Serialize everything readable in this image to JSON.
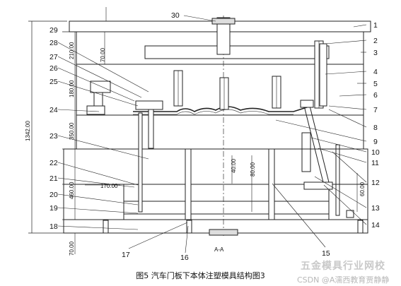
{
  "figure": {
    "caption": "图5 汽车门板下本体注塑模具结构图3",
    "section_label": "A-A",
    "watermark_brand": "五金模具行业网校",
    "watermark_source": "CSDN @A濡西教育贾静静"
  },
  "part_labels": [
    "1",
    "2",
    "3",
    "4",
    "5",
    "6",
    "7",
    "8",
    "9",
    "10",
    "11",
    "12",
    "13",
    "14",
    "15",
    "16",
    "17",
    "18",
    "19",
    "20",
    "21",
    "22",
    "23",
    "24",
    "25",
    "26",
    "27",
    "28",
    "29",
    "30"
  ],
  "dimensions": {
    "overall_height": "1342.00",
    "d_70_top": "70.00",
    "d_210": "210.00",
    "d_180": "180.00",
    "d_350": "350.00",
    "d_460": "460.00",
    "d_70_bottom": "70.00",
    "d_170": "170.00",
    "d_40": "40.00",
    "d_80": "80.00",
    "d_60": "60.00"
  }
}
